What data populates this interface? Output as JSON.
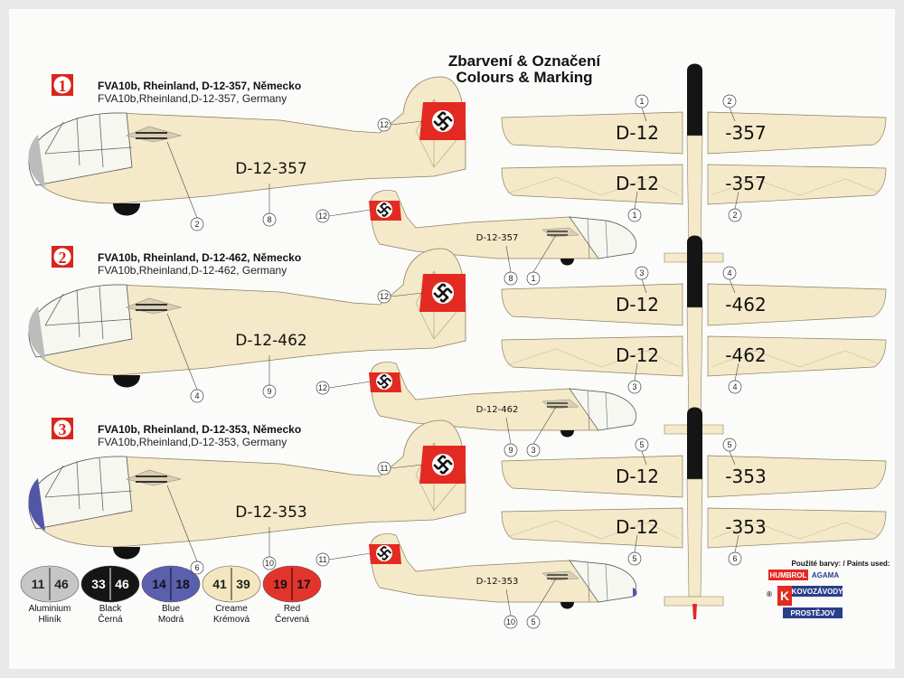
{
  "title": {
    "czech": "Zbarvení & Označení",
    "english": "Colours & Marking"
  },
  "variants": [
    {
      "number": "1",
      "title_cz": "FVA10b, Rheinland, D-12-357, Německo",
      "title_en": "FVA10b,Rheinland,D-12-357, Germany",
      "registration": "D-12-357",
      "wing_left": "D-12",
      "wing_right": "-357",
      "callouts": {
        "fin": "12",
        "cockpit": "2",
        "fuselage": "8",
        "small_fin": "12",
        "small_fuselage": "8",
        "small_cockpit": "1",
        "wing_top_left": "1",
        "wing_top_right": "2",
        "wing_bot_left": "1",
        "wing_bot_right": "2"
      }
    },
    {
      "number": "2",
      "title_cz": "FVA10b, Rheinland, D-12-462, Německo",
      "title_en": "FVA10b,Rheinland,D-12-462, Germany",
      "registration": "D-12-462",
      "wing_left": "D-12",
      "wing_right": "-462",
      "callouts": {
        "fin": "12",
        "cockpit": "4",
        "fuselage": "9",
        "small_fin": "12",
        "small_fuselage": "9",
        "small_cockpit": "3",
        "wing_top_left": "3",
        "wing_top_right": "4",
        "wing_bot_left": "3",
        "wing_bot_right": "4"
      }
    },
    {
      "number": "3",
      "title_cz": "FVA10b, Rheinland, D-12-353, Německo",
      "title_en": "FVA10b,Rheinland,D-12-353, Germany",
      "registration": "D-12-353",
      "wing_left": "D-12",
      "wing_right": "-353",
      "callouts": {
        "fin": "11",
        "cockpit": "6",
        "fuselage": "10",
        "small_fin": "11",
        "small_fuselage": "10",
        "small_cockpit": "5",
        "wing_top_left": "5",
        "wing_top_right": "5",
        "wing_bot_left": "5",
        "wing_bot_right": "6"
      }
    }
  ],
  "swatches": [
    {
      "num1": "11",
      "num2": "46",
      "color": "#c6c6c6",
      "text_color": "#222",
      "label1": "Aluminium",
      "label2": "Hliník"
    },
    {
      "num1": "33",
      "num2": "46",
      "color": "#151515",
      "text_color": "#fff",
      "label1": "Black",
      "label2": "Černá"
    },
    {
      "num1": "14",
      "num2": "18",
      "color": "#5a5fae",
      "text_color": "#111",
      "label1": "Blue",
      "label2": "Modrá"
    },
    {
      "num1": "41",
      "num2": "39",
      "color": "#f4e6bf",
      "text_color": "#222",
      "label1": "Creame",
      "label2": "Krémová"
    },
    {
      "num1": "19",
      "num2": "17",
      "color": "#e3342c",
      "text_color": "#111",
      "label1": "Red",
      "label2": "Červená"
    }
  ],
  "paints": {
    "used": "Použité barvy: / Paints used:",
    "brand1": "HUMBROL",
    "brand2": "AGAMA",
    "maker1": "KOVOZÁVODY",
    "maker2": "PROSTĚJOV",
    "maker_letter": "K",
    "reg_mark": "®"
  },
  "colors": {
    "cream": "#f4e9c8",
    "red": "#e32a22",
    "blue": "#5356a6",
    "aluminium": "#bcbcbc",
    "numbox": "#d9261c"
  }
}
